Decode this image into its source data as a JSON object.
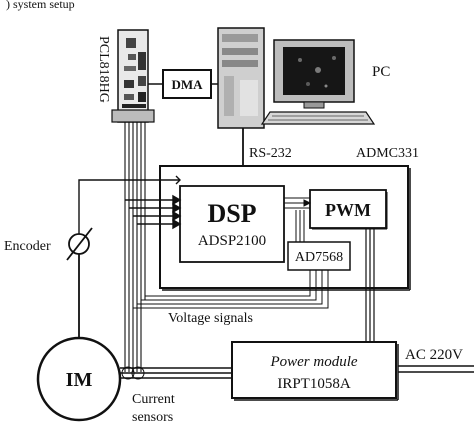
{
  "diagram": {
    "top_caption": ") system setup",
    "pc_label": "PC",
    "card_label": "PCL818HG",
    "dma_label": "DMA",
    "rs232_label": "RS-232",
    "admc_label": "ADMC331",
    "dsp_label": "DSP",
    "dsp_chip_label": "ADSP2100",
    "pwm_label": "PWM",
    "dac_label": "AD7568",
    "encoder_label": "Encoder",
    "voltage_label": "Voltage signals",
    "motor_label": "IM",
    "current_label_1": "Current",
    "current_label_2": "sensors",
    "power_title": "Power module",
    "power_part": "IRPT1058A",
    "ac_label": "AC 220V"
  }
}
